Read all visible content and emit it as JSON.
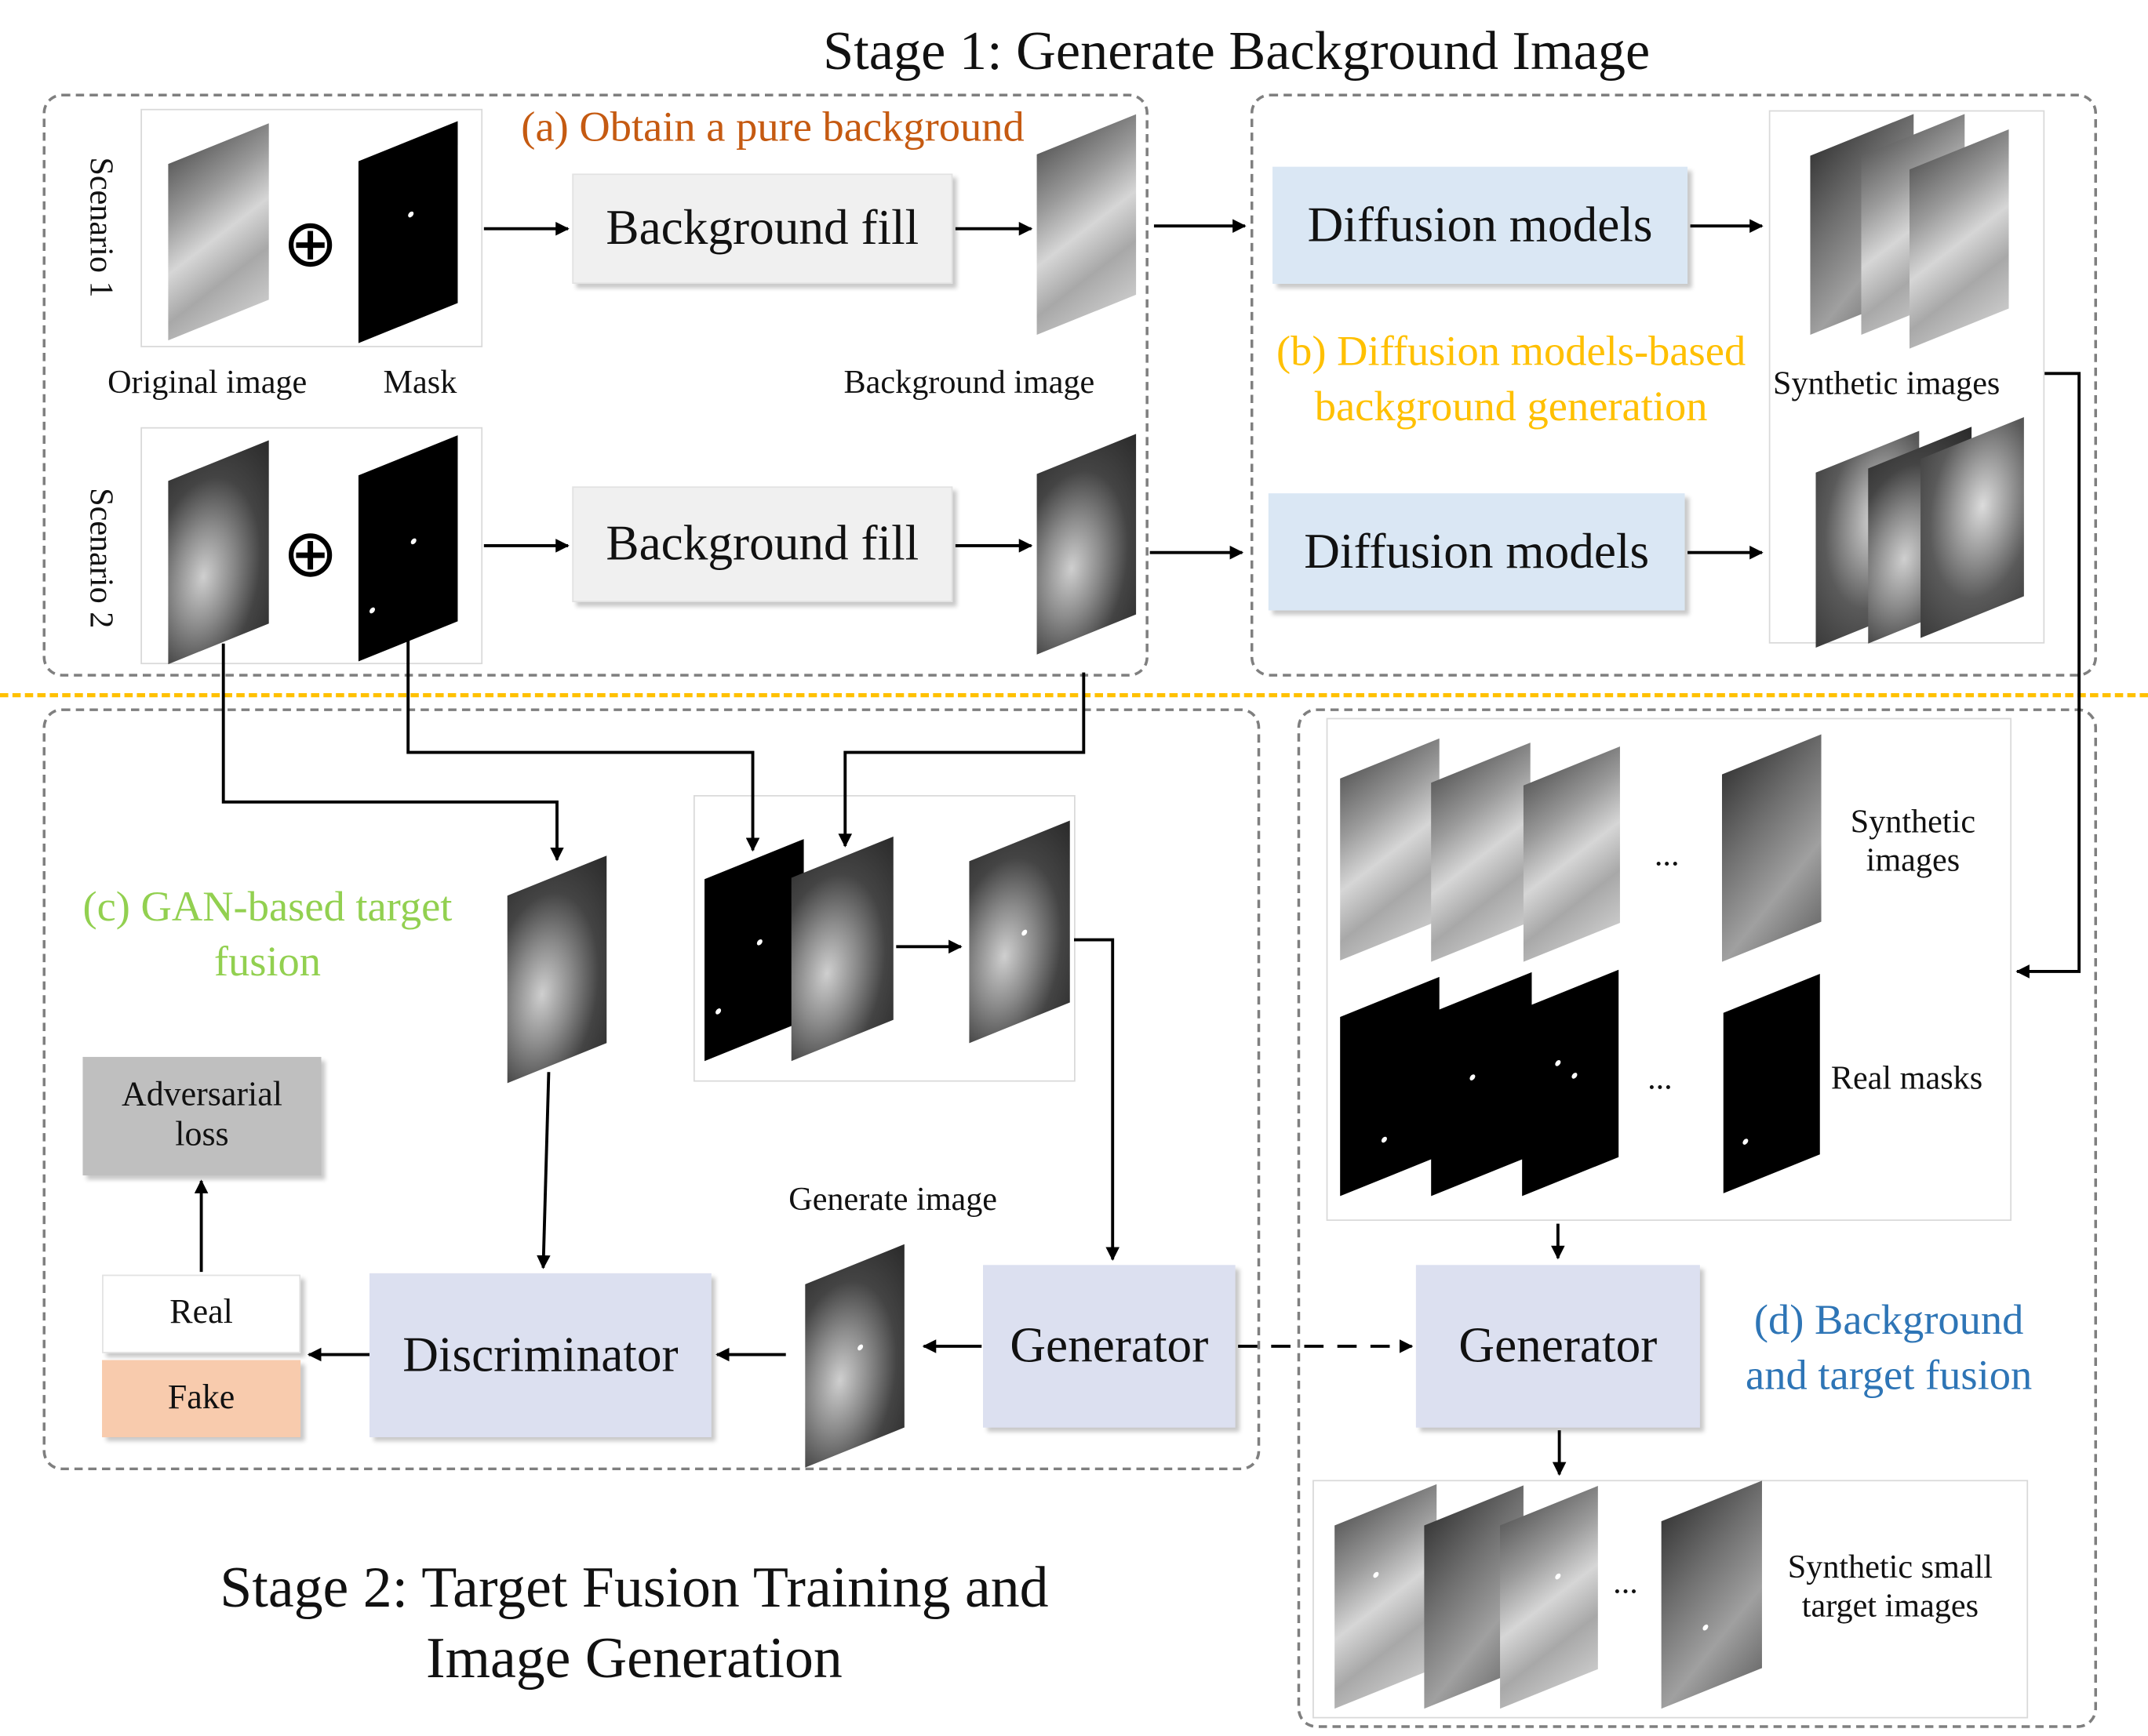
{
  "stage1_title": "Stage 1: Generate Background Image",
  "stage2_title_line1": "Stage 2: Target Fusion Training and",
  "stage2_title_line2": "Image Generation",
  "sections": {
    "a": "(a) Obtain a pure background",
    "b_line1": "(b) Diffusion models-based",
    "b_line2": "background generation",
    "c_line1": "(c) GAN-based target",
    "c_line2": "fusion",
    "d_line1": "(d) Background",
    "d_line2": "and target fusion"
  },
  "scenarios": {
    "s1": "Scenario 1",
    "s2": "Scenario 2"
  },
  "labels": {
    "original_image": "Original image",
    "mask": "Mask",
    "background_image": "Background image",
    "synthetic_images": "Synthetic images",
    "synthetic_images_l1": "Synthetic",
    "synthetic_images_l2": "images",
    "real_masks": "Real masks",
    "generate_image": "Generate image",
    "synthetic_small_l1": "Synthetic small",
    "synthetic_small_l2": "target images",
    "ellipsis": "..."
  },
  "boxes": {
    "bg_fill_1": "Background fill",
    "bg_fill_2": "Background fill",
    "diffusion_1": "Diffusion models",
    "diffusion_2": "Diffusion models",
    "adversarial_l1": "Adversarial",
    "adversarial_l2": "loss",
    "real": "Real",
    "fake": "Fake",
    "discriminator": "Discriminator",
    "generator_left": "Generator",
    "generator_right": "Generator"
  },
  "colors": {
    "section_a": "#c55a11",
    "section_b": "#ffc000",
    "section_c": "#92d050",
    "section_d": "#2e75b6",
    "divider": "#ffc000",
    "fake_box": "#f8cbad",
    "adversarial_box": "#bfbfbf",
    "blue_box": "#dae7f4",
    "lavender_box": "#dce0f0"
  },
  "icons": {
    "combine": "circled-plus-icon"
  }
}
